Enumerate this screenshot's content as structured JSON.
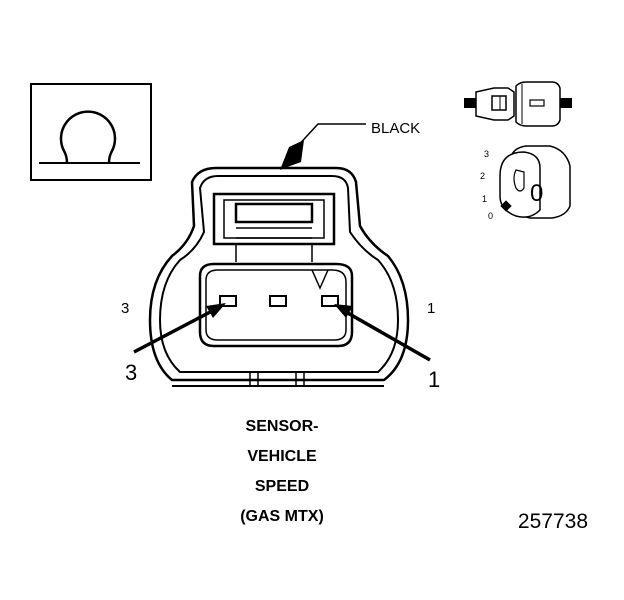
{
  "color_label": "BLACK",
  "pins": {
    "left_small": "3",
    "right_small": "1",
    "left_arrow": "3",
    "right_arrow": "1"
  },
  "inset": {
    "positions": [
      "3",
      "2",
      "1",
      "0"
    ],
    "key_glyph": "0"
  },
  "caption": [
    "SENSOR-",
    "VEHICLE",
    "SPEED",
    "(GAS MTX)"
  ],
  "figure_number": "257738",
  "icons": {
    "symbol": "ohm-symbol-icon",
    "connector_pair": "connector-pair-icon",
    "lock_position": "lock-position-icon"
  }
}
